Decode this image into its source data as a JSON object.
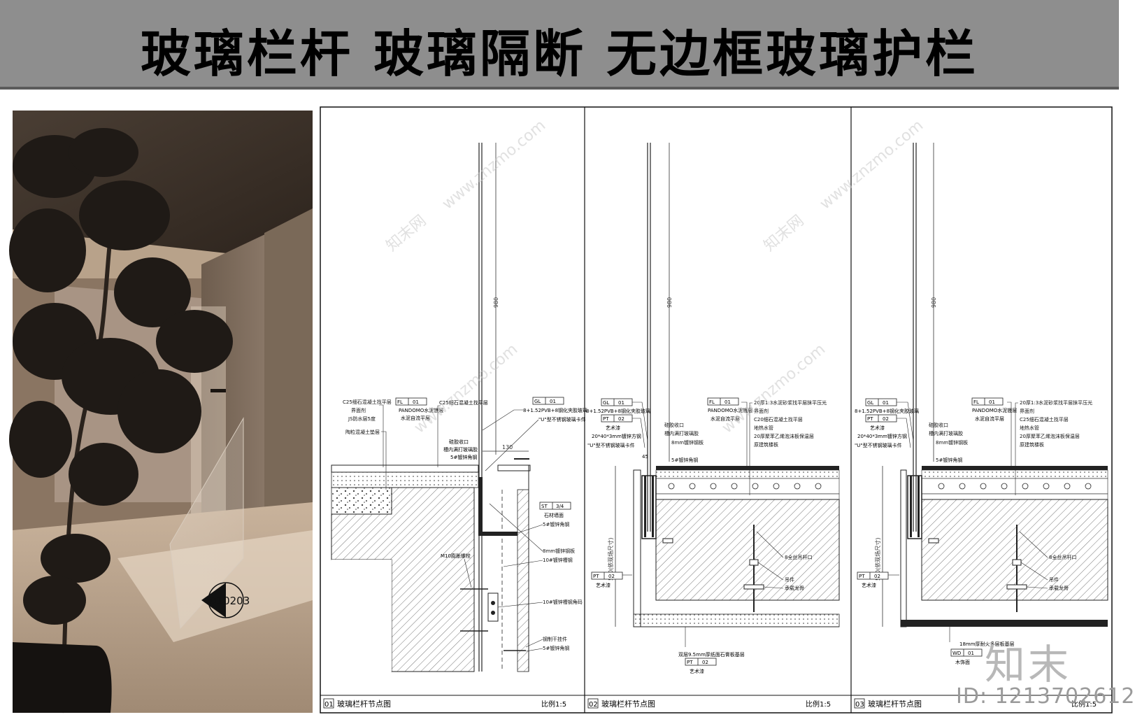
{
  "title": "玻璃栏杆 玻璃隔断 无边框玻璃护栏",
  "photo": {
    "marker_label": "010203"
  },
  "panels": [
    {
      "num": "01",
      "caption": "玻璃栏杆节点图",
      "scale": "比例1:5",
      "height_dim": "980",
      "labels_left": [
        "C25细石混凝土找平层",
        "界面剂",
        "JS防水层5度",
        "陶粒混凝土垫层"
      ],
      "tag_fl": {
        "code": "FL",
        "num": "01",
        "desc": [
          "PANDOMO水泥镘层",
          "水泥自流平层"
        ]
      },
      "label_c25": "C25细石混凝土找平层",
      "tag_gl": {
        "code": "GL",
        "num": "01",
        "desc": "8+1.52PVB+8钢化夹胶玻璃"
      },
      "labels_mid": [
        "\"U\"型不锈钢玻璃卡件",
        "硅胶收口",
        "槽内满打玻璃胶",
        "5#镀锌角钢"
      ],
      "dim_top": "130",
      "tag_st": {
        "code": "ST",
        "num": "3/4",
        "desc": "石材墙面"
      },
      "labels_right": [
        "5#镀锌角钢",
        "8mm镀锌钢板",
        "10#镀锌槽钢",
        "10#镀锌槽钢角码",
        "钢制干挂件",
        "5#镀锌角钢"
      ],
      "label_bolt": "M10膨胀螺栓"
    },
    {
      "num": "02",
      "caption": "玻璃栏杆节点图",
      "scale": "比例1:5",
      "height_dim": "980",
      "tag_gl": {
        "code": "GL",
        "num": "01",
        "desc": "8+1.52PVB+8钢化夹胶玻璃"
      },
      "tag_pt": {
        "code": "PT",
        "num": "02",
        "desc": "艺术漆"
      },
      "labels_left": [
        "20*40*3mm镀锌方钢",
        "\"U\"型不锈钢玻璃卡件"
      ],
      "labels_mid": [
        "硅胶收口",
        "槽内满打玻璃胶",
        "8mm镀锌钢板",
        "5#镀锌角钢"
      ],
      "tag_fl": {
        "code": "FL",
        "num": "01",
        "desc": [
          "PANDOMO水泥镘层",
          "水泥自流平层"
        ]
      },
      "labels_right": [
        "20厚1:3水泥砂浆找平层抹平压光",
        "界面剂",
        "C20细石混凝土找平层",
        "地热水管",
        "20厚聚苯乙烯泡沫板保温层",
        "原建筑楼板"
      ],
      "dim_45": "45",
      "side_dim": "500(依现场尺寸)",
      "tag_pt_side": {
        "code": "PT",
        "num": "02",
        "desc": "艺术漆"
      },
      "labels_hanger": [
        "8全丝吊杆口",
        "吊件",
        "承载龙骨"
      ],
      "label_bottom": "双层9.5mm厚纸面石膏板基层",
      "tag_pt_bottom": {
        "code": "PT",
        "num": "02",
        "desc": "艺术漆"
      }
    },
    {
      "num": "03",
      "caption": "玻璃栏杆节点图",
      "scale": "比例1:5",
      "height_dim": "980",
      "tag_gl": {
        "code": "GL",
        "num": "01",
        "desc": "8+1.52PVB+8钢化夹胶玻璃"
      },
      "tag_pt": {
        "code": "PT",
        "num": "02",
        "desc": "艺术漆"
      },
      "labels_left": [
        "20*40*3mm镀锌方钢",
        "\"U\"型不锈钢玻璃卡件"
      ],
      "labels_mid": [
        "硅胶收口",
        "槽内满打玻璃胶",
        "8mm镀锌钢板",
        "5#镀锌角钢"
      ],
      "tag_fl": {
        "code": "FL",
        "num": "01",
        "desc": [
          "PANDOMO水泥镘层",
          "水泥自流平层"
        ]
      },
      "labels_right": [
        "20厚1:3水泥砂浆找平层抹平压光",
        "界面剂",
        "C25细石混凝土找平层",
        "地热水管",
        "20厚聚苯乙烯泡沫板保温层",
        "原建筑楼板"
      ],
      "side_dim": "500(依现场尺寸)",
      "tag_pt_side": {
        "code": "PT",
        "num": "02",
        "desc": "艺术漆"
      },
      "labels_hanger": [
        "8全丝吊杆口",
        "吊件",
        "承载龙骨"
      ],
      "label_bottom": "18mm厚耐火多层板基层",
      "tag_wd_bottom": {
        "code": "WD",
        "num": "01",
        "desc": "木饰面"
      }
    }
  ],
  "watermark": {
    "site": "www.znzmo.com",
    "brand": "知末网",
    "logo": "知末",
    "id": "ID: 1213702612"
  }
}
